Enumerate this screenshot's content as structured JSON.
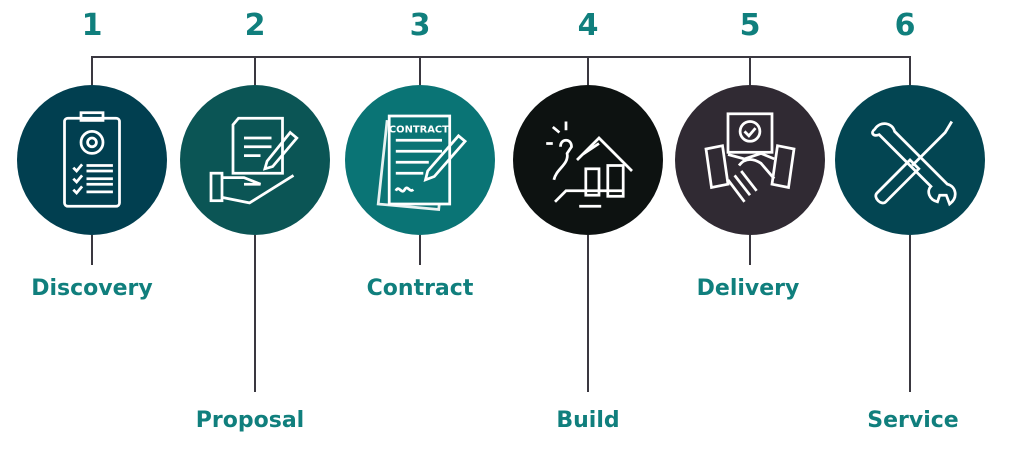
{
  "steps": [
    {
      "number": "1",
      "label": "Discovery",
      "icon": "clipboard-gear-icon",
      "color": "#013f50"
    },
    {
      "number": "2",
      "label": "Proposal",
      "icon": "hand-document-icon",
      "color": "#0b5555"
    },
    {
      "number": "3",
      "label": "Contract",
      "icon": "contract-pen-icon",
      "color": "#0a7475",
      "contract_text": "CONTRACT"
    },
    {
      "number": "4",
      "label": "Build",
      "icon": "house-repair-icon",
      "color": "#0d1211"
    },
    {
      "number": "5",
      "label": "Delivery",
      "icon": "handshake-icon",
      "color": "#302a33"
    },
    {
      "number": "6",
      "label": "Service",
      "icon": "wrench-screwdriver-icon",
      "color": "#034552"
    }
  ],
  "colors": {
    "accent": "#107f7d",
    "line": "#3a3840"
  }
}
